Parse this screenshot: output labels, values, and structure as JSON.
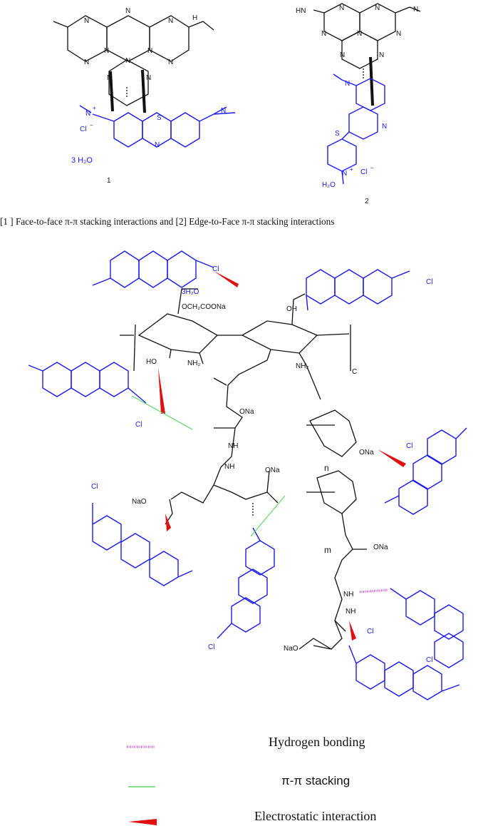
{
  "top_panel": {
    "complex1": {
      "nitrogen": "N",
      "sulfur": "S",
      "nh": "H",
      "ammonium": "N",
      "plus": "+",
      "chloride": "Cl",
      "minus": "−",
      "water": "3  H₂O",
      "number": "1"
    },
    "complex2": {
      "hn": "HN",
      "chloride": "Cl",
      "minus": "−",
      "water": "H₂O",
      "number": "2"
    },
    "caption": "[1 ] Face-to-face π-π stacking interactions and [2] Edge-to-Face π-π stacking interactions"
  },
  "bottom_panel": {
    "labels": {
      "ch2coona": "OCH₂COONa",
      "water": "3H₂O",
      "oh": "OH",
      "ho": "HO",
      "nh2": "NH₂",
      "c": "C",
      "ona": "ONa",
      "nh": "NH",
      "nao": "NaO",
      "cl": "Cl",
      "n": "n",
      "m": "m"
    },
    "colors": {
      "dye": "#1a1aee",
      "polymer": "#111111",
      "hydrogen_bond": "#e040e0",
      "pi_stacking": "#5fd86a",
      "electrostatic": "#e01010"
    }
  },
  "legend": {
    "hydrogen_bonding": "Hydrogen bonding",
    "pi_stacking": "π-π stacking",
    "electrostatic": "Electrostatic interaction"
  }
}
